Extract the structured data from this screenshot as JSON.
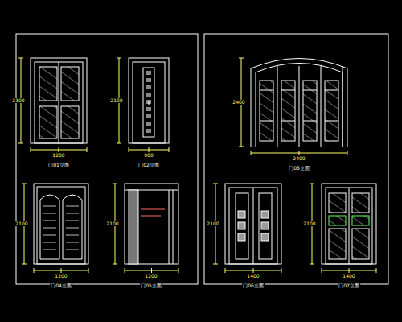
{
  "diagram": {
    "labels": [
      "门01立面",
      "2100",
      "1200",
      "门02立面",
      "2100",
      "900",
      "门03立面",
      "2400",
      "2400",
      "门04立面",
      "2100",
      "1200",
      "门05立面",
      "2100",
      "1200",
      "门06立面",
      "2100",
      "1400",
      "门07立面",
      "2100",
      "1400"
    ]
  }
}
